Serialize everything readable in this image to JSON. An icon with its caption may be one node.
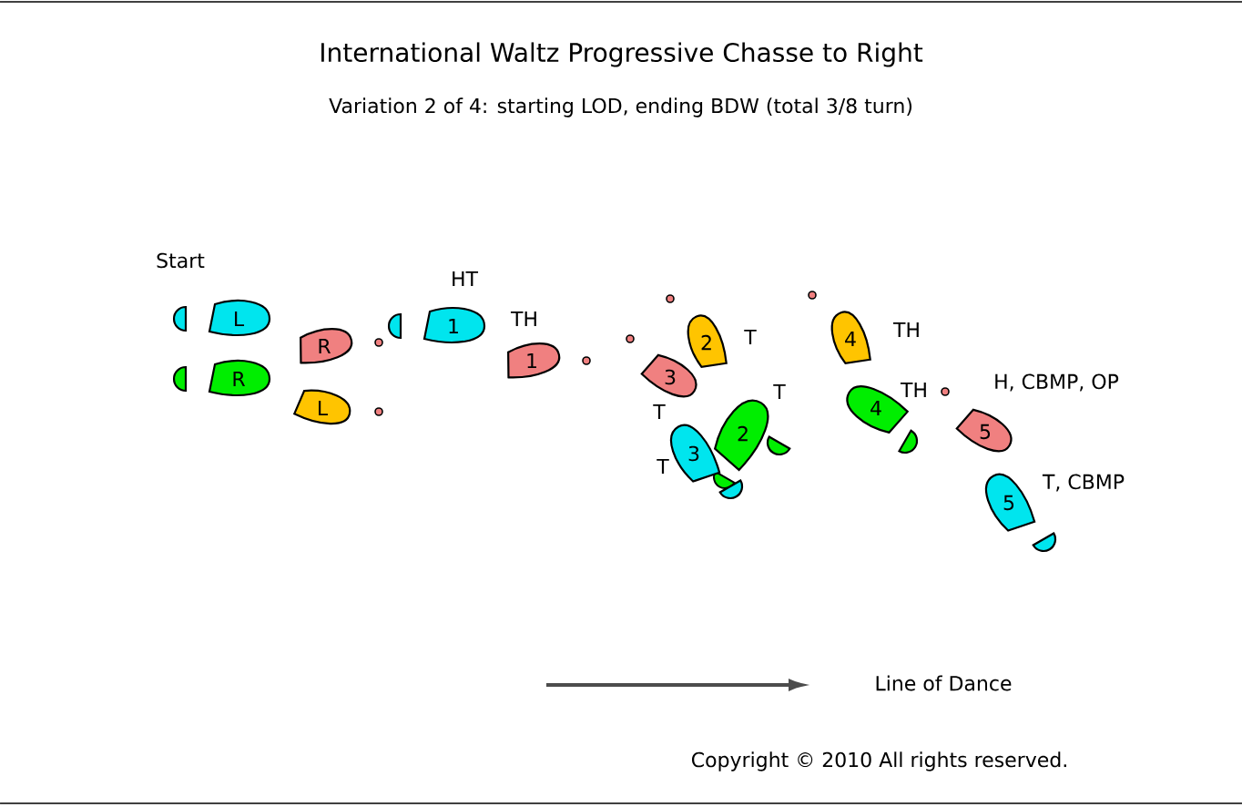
{
  "diagram": {
    "title": "International Waltz Progressive Chasse to Right",
    "caption": "Variation 2 of 4: starting LOD, ending BDW (total 3/8 turn)",
    "nodes": [
      {
        "text": [
          "L"
        ]
      },
      {
        "text": [
          "R"
        ]
      },
      {
        "text": [
          "R"
        ]
      },
      {
        "text": [
          "L"
        ]
      },
      {
        "text": [
          "1"
        ]
      },
      {
        "text": [
          "1"
        ]
      },
      {
        "text": [
          "2"
        ]
      },
      {
        "text": [
          "3"
        ]
      },
      {
        "text": [
          "2"
        ]
      },
      {
        "text": [
          "3"
        ]
      },
      {
        "text": [
          "4"
        ]
      },
      {
        "text": [
          "4"
        ]
      },
      {
        "text": [
          "5"
        ]
      },
      {
        "text": [
          "5"
        ]
      }
    ],
    "labels": [
      "Start",
      "HT",
      "TH",
      "T",
      "T",
      "T",
      "TH",
      "T",
      "TH",
      "H, CBMP, OP",
      "T, CBMP",
      "Line of Dance",
      "Copyright © 2010 All rights reserved."
    ]
  }
}
